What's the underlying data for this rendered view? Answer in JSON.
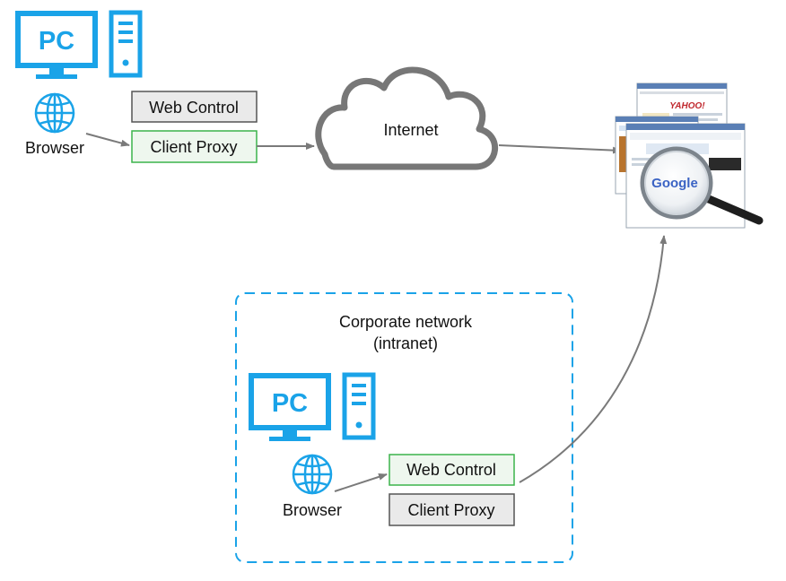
{
  "top": {
    "pc_label": "PC",
    "browser_label": "Browser",
    "web_control_label": "Web Control",
    "client_proxy_label": "Client Proxy",
    "cloud_label": "Internet"
  },
  "websites": {
    "yahoo_logo": "YAHOO!",
    "google_logo": "Google"
  },
  "corporate": {
    "title_line1": "Corporate network",
    "title_line2": "(intranet)",
    "pc_label": "PC",
    "browser_label": "Browser",
    "web_control_label": "Web Control",
    "client_proxy_label": "Client Proxy"
  },
  "colors": {
    "icon_blue": "#1aa3e8",
    "active_box_border": "#3cb44b",
    "active_box_fill": "#eef7ee",
    "inactive_box_border": "#555555",
    "inactive_box_fill": "#eaeaea",
    "cloud_stroke": "#777777",
    "arrow": "#7a7a7a",
    "corporate_border": "#1aa3e8"
  }
}
